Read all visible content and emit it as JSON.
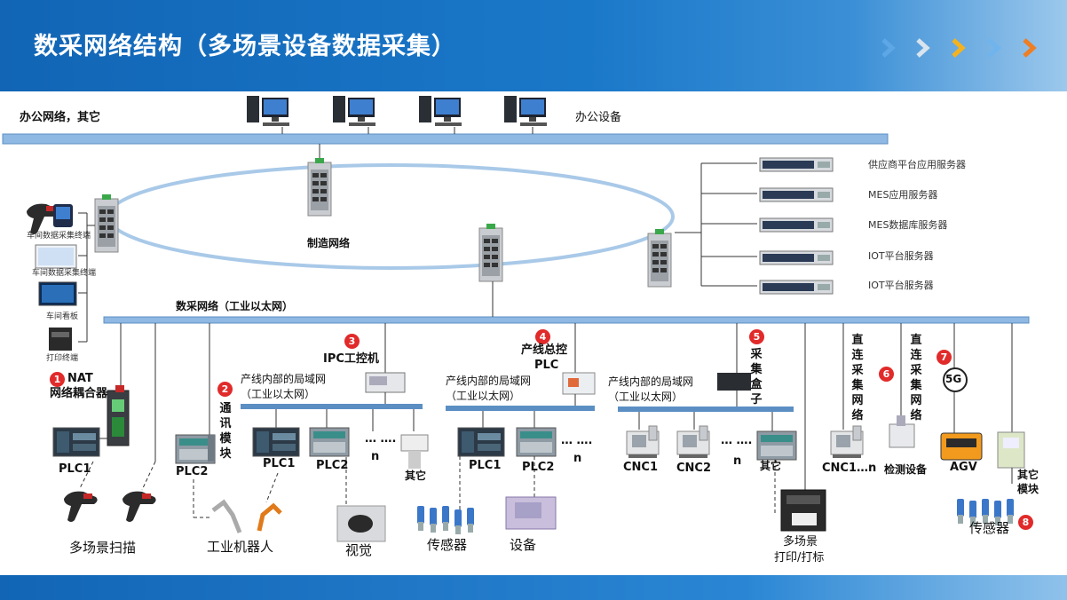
{
  "title": "数采网络结构（多场景设备数据采集）",
  "colors": {
    "accent": "#1a6fc4",
    "bus": "#8fb8e2",
    "badge": "#e12a2a",
    "arrow_hi": "#f5a623",
    "arrow_hi2": "#ef7d22"
  },
  "office": {
    "bus_label": "办公网络，其它",
    "devices_label": "办公设备"
  },
  "ring_label": "制造网络",
  "servers": [
    "供应商平台应用服务器",
    "MES应用服务器",
    "MES数据库服务器",
    "IOT平台服务器",
    "IOT平台服务器"
  ],
  "terminals": [
    "车间数据采集终端",
    "车间数据采集终端",
    "车间看板",
    "打印终端"
  ],
  "data_bus_label": "数采网络（工业以太网）",
  "badges": [
    "1",
    "2",
    "3",
    "4",
    "5",
    "6",
    "7",
    "8"
  ],
  "nat": {
    "line1": "NAT",
    "line2": "网络耦合器"
  },
  "comm_module": "通讯模块",
  "ipc": "IPC工控机",
  "plc_ctrl": {
    "line1": "产线总控",
    "line2": "PLC"
  },
  "collect_box": "采集盒子",
  "lan": {
    "line1": "产线内部的局域网",
    "line2": "（工业以太网）"
  },
  "direct1": "直连采集网络",
  "direct2": "直连采集网络",
  "fiveg": "5G",
  "labels": {
    "plc1": "PLC1",
    "plc2": "PLC2",
    "n": "n",
    "dots": "… ….",
    "other": "其它",
    "cnc1": "CNC1",
    "cnc2": "CNC2",
    "cnc1n": "CNC1…n",
    "inspect": "检测设备",
    "agv": "AGV",
    "other_module_1": "其它",
    "other_module_2": "模块",
    "scan": "多场景扫描",
    "robot": "工业机器人",
    "vision": "视觉",
    "sensor": "传感器",
    "equipment": "设备",
    "print1": "多场景",
    "print2": "打印/打标",
    "sensor2": "传感器"
  }
}
